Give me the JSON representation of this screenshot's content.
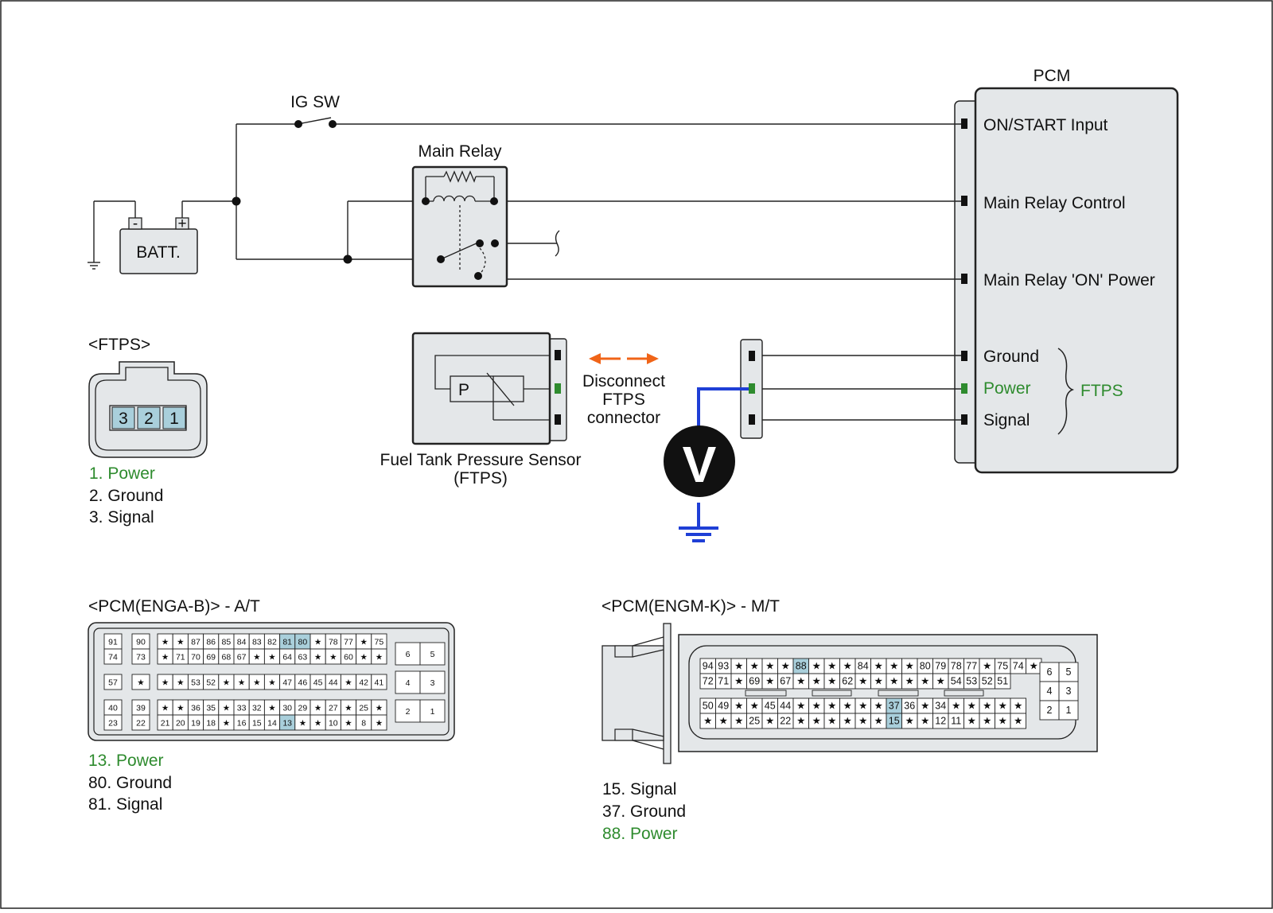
{
  "switch": {
    "label": "IG SW"
  },
  "relay": {
    "label": "Main Relay"
  },
  "battery": {
    "label": "BATT.",
    "neg": "-",
    "pos": "+"
  },
  "pcm": {
    "title": "PCM",
    "inputs": [
      "ON/START Input",
      "Main Relay Control",
      "Main Relay 'ON' Power",
      "Ground",
      "Power",
      "Signal"
    ],
    "group_label": "FTPS"
  },
  "sensor": {
    "letter": "P",
    "caption_line1": "Fuel Tank Pressure Sensor",
    "caption_line2": "(FTPS)"
  },
  "disconnect": {
    "line1": "Disconnect",
    "line2": "FTPS",
    "line3": "connector"
  },
  "meter": {
    "symbol": "V"
  },
  "ftps_connector": {
    "title": "<FTPS>",
    "pins": [
      "3",
      "2",
      "1"
    ],
    "legend": [
      "1. Power",
      "2. Ground",
      "3. Signal"
    ]
  },
  "pcm_at": {
    "title": "<PCM(ENGA-B)> - A/T",
    "legend": [
      "13. Power",
      "80. Ground",
      "81. Signal"
    ],
    "rows": [
      [
        "91",
        "90",
        "★",
        "★",
        "87",
        "86",
        "85",
        "84",
        "83",
        "82",
        "81",
        "80",
        "★",
        "78",
        "77",
        "★",
        "75"
      ],
      [
        "74",
        "73",
        "★",
        "71",
        "70",
        "69",
        "68",
        "67",
        "★",
        "★",
        "64",
        "63",
        "★",
        "★",
        "60",
        "★",
        "★"
      ],
      [
        "57",
        "★",
        "★",
        "★",
        "53",
        "52",
        "★",
        "★",
        "★",
        "★",
        "47",
        "46",
        "45",
        "44",
        "★",
        "42",
        "41"
      ],
      [
        "40",
        "39",
        "★",
        "★",
        "36",
        "35",
        "★",
        "33",
        "32",
        "★",
        "30",
        "29",
        "★",
        "27",
        "★",
        "25",
        "★"
      ],
      [
        "23",
        "22",
        "21",
        "20",
        "19",
        "18",
        "★",
        "16",
        "15",
        "14",
        "13",
        "★",
        "★",
        "10",
        "★",
        "8",
        "★"
      ]
    ],
    "side_pins": [
      "6",
      "5",
      "4",
      "3",
      "2",
      "1"
    ]
  },
  "pcm_mt": {
    "title": "<PCM(ENGM-K)> - M/T",
    "legend": [
      "15. Signal",
      "37. Ground",
      "88. Power"
    ],
    "rows": [
      [
        "94",
        "93",
        "★",
        "★",
        "★",
        "★",
        "88",
        "★",
        "★",
        "★",
        "84",
        "★",
        "★",
        "★",
        "80",
        "79",
        "78",
        "77",
        "★",
        "75",
        "74",
        "★"
      ],
      [
        "72",
        "71",
        "★",
        "69",
        "★",
        "67",
        "★",
        "★",
        "★",
        "62",
        "★",
        "★",
        "★",
        "★",
        "★",
        "★",
        "54",
        "53",
        "52",
        "51"
      ],
      [
        "50",
        "49",
        "★",
        "★",
        "45",
        "44",
        "★",
        "★",
        "★",
        "★",
        "★",
        "★",
        "37",
        "36",
        "★",
        "34",
        "★",
        "★",
        "★",
        "★",
        "★"
      ],
      [
        "★",
        "★",
        "★",
        "25",
        "★",
        "22",
        "★",
        "★",
        "★",
        "★",
        "★",
        "★",
        "15",
        "★",
        "★",
        "12",
        "11",
        "★",
        "★",
        "★",
        "★"
      ]
    ],
    "side_pins": [
      "6",
      "5",
      "4",
      "3",
      "2",
      "1"
    ]
  },
  "colors": {
    "green": "#2e8b2e",
    "highlight": "#a9cfdb",
    "panel": "#e4e7e9",
    "meter_wire": "#1f3fd6",
    "arrow": "#f06418"
  }
}
